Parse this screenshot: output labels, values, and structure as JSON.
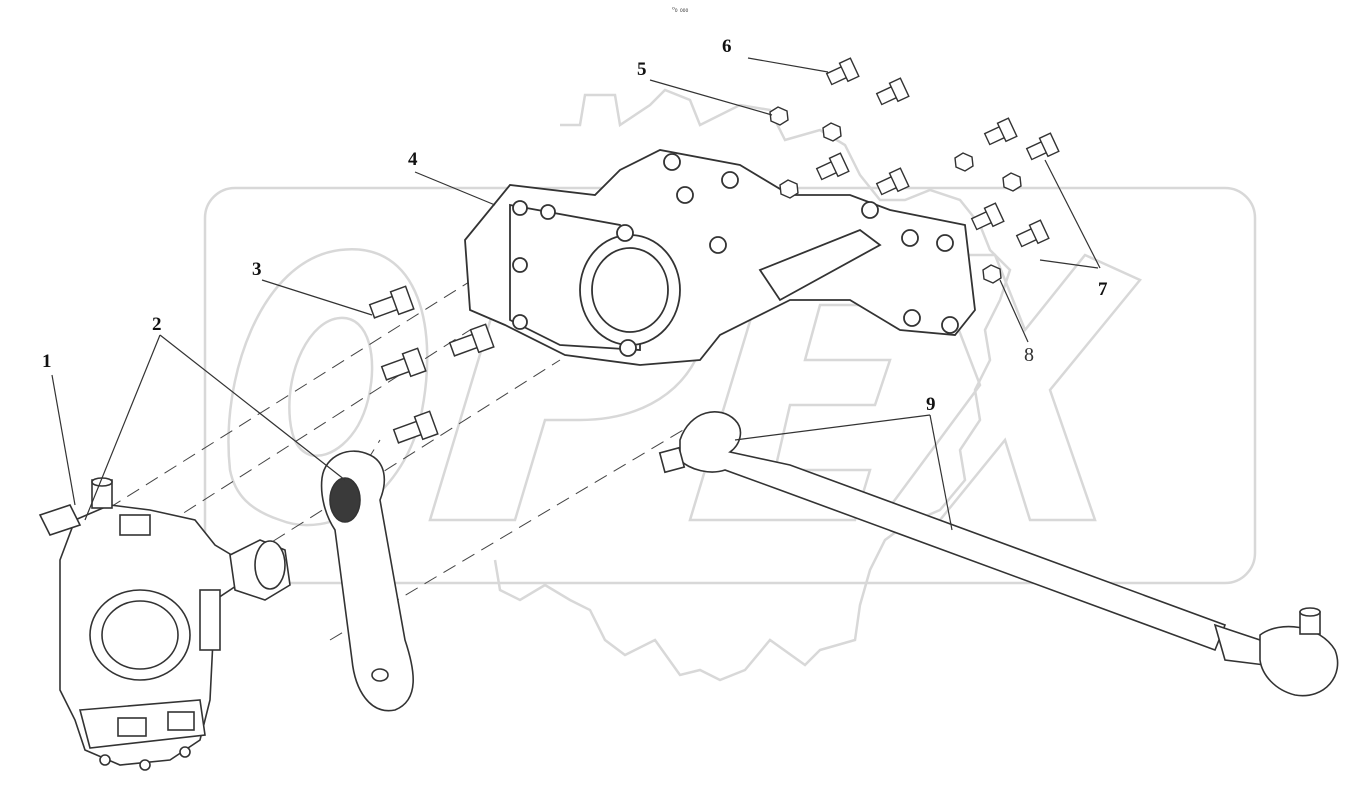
{
  "header_mark": "⁰₀ ₀₀₀",
  "callouts": {
    "n1": "1",
    "n2": "2",
    "n3": "3",
    "n4": "4",
    "n5": "5",
    "n6": "6",
    "n7": "7",
    "n8": "8",
    "n9": "9"
  },
  "watermark": {
    "text": "OPEX",
    "color": "#dcdcdc"
  }
}
